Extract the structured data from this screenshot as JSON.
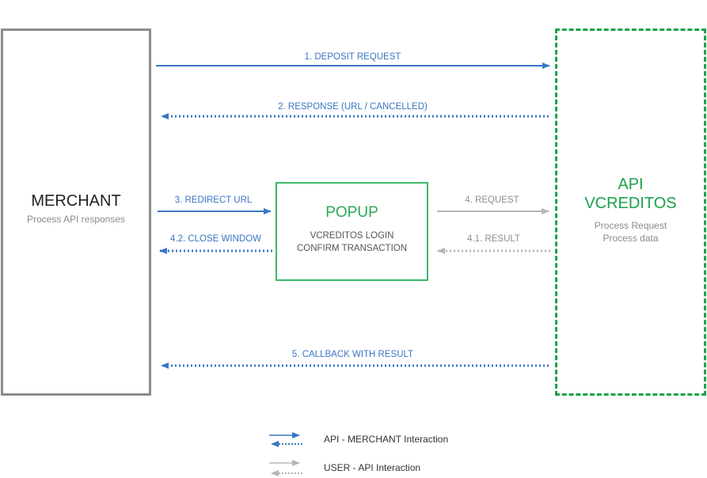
{
  "colors": {
    "api_merchant": "#3a76c4",
    "user_api": "#b5b5b5",
    "merchant_border": "#8c8c8c",
    "popup_border": "#3cb866",
    "api_border": "#1aa24a"
  },
  "merchant": {
    "title": "MERCHANT",
    "subtitle": "Process API responses"
  },
  "popup": {
    "title": "POPUP",
    "lines": [
      "VCREDITOS LOGIN",
      "CONFIRM TRANSACTION"
    ]
  },
  "api": {
    "title_line1": "API",
    "title_line2": "VCREDITOS",
    "lines": [
      "Process Request",
      "Process data"
    ]
  },
  "arrows": {
    "deposit_request": "1. DEPOSIT REQUEST",
    "response": "2. RESPONSE (URL / CANCELLED)",
    "redirect_url": "3. REDIRECT URL",
    "close_window": "4.2. CLOSE WINDOW",
    "request": "4. REQUEST",
    "result": "4.1. RESULT",
    "callback": "5. CALLBACK WITH RESULT"
  },
  "legend": {
    "api_merchant": "API - MERCHANT Interaction",
    "user_api": "USER - API Interaction"
  }
}
